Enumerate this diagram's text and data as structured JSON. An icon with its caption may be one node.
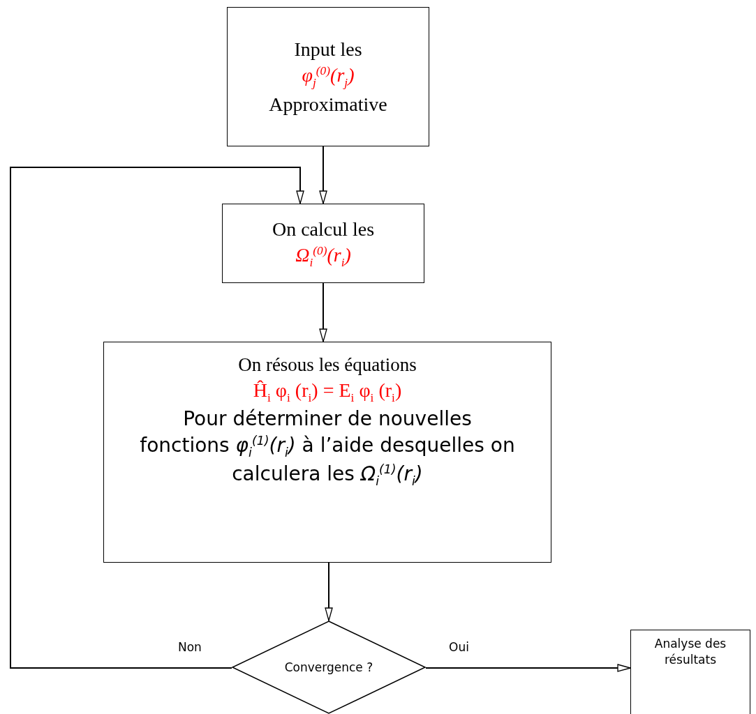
{
  "diagram": {
    "nodes": [
      {
        "text": [
          "Input les",
          "φ$_{j}$$^{(0)}$(r$_{j}$)",
          "Approximative"
        ]
      },
      {
        "text": [
          "On calcul les",
          "Ω$_{i}$$^{(0)}$(r$_{i}$)"
        ]
      },
      {
        "text": [
          "On résous les équations",
          "Ĥ$_{i}$ φ$_{i}$ (r$_{i}$) = E$_{i}$ φ$_{i}$ (r$_{i}$)",
          "Pour déterminer de nouvelles fonctions *φ$_{i}$$^{(1)}$(r$_{i}$)* à l’aide desquelles on calculera les *Ω$_{i}$$^{(1)}$(r$_{i}$)*"
        ]
      },
      {
        "text": [
          "Convergence ?"
        ]
      },
      {
        "text": [
          "Analyse des résultats"
        ]
      }
    ],
    "edges": [
      {
        "from": 0,
        "to": 1,
        "arrow": "to"
      },
      {
        "from": 1,
        "to": 2,
        "arrow": "to"
      },
      {
        "from": 2,
        "to": 3,
        "arrow": "to"
      },
      {
        "from": 3,
        "to": 4,
        "arrow": "to",
        "label": "Oui"
      },
      {
        "from": 3,
        "to": 1,
        "arrow": "to",
        "label": "Non"
      }
    ]
  }
}
